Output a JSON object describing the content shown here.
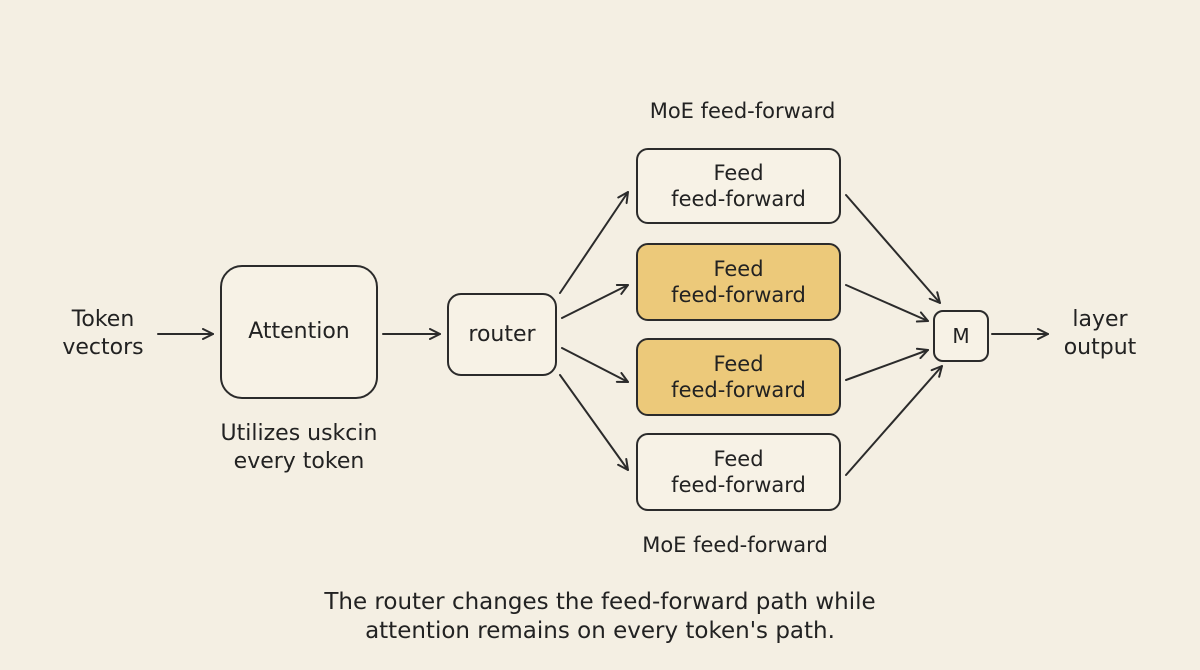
{
  "input": {
    "line1": "Token",
    "line2": "vectors"
  },
  "attention": {
    "label": "Attention",
    "note_line1": "Utilizes uskcin",
    "note_line2": "every token"
  },
  "router": {
    "label": "router"
  },
  "moe": {
    "top_label": "MoE feed-forward",
    "bottom_label": "MoE feed-forward",
    "experts": [
      {
        "line1": "Feed",
        "line2": "feed-forward",
        "state": "inactive"
      },
      {
        "line1": "Feed",
        "line2": "feed-forward",
        "state": "active"
      },
      {
        "line1": "Feed",
        "line2": "feed-forward",
        "state": "active"
      },
      {
        "line1": "Feed",
        "line2": "feed-forward",
        "state": "inactive"
      }
    ]
  },
  "merge": {
    "label": "M"
  },
  "output": {
    "line1": "layer",
    "line2": "output"
  },
  "caption": {
    "line1": "The router changes the feed-forward path while",
    "line2": "attention remains on every token's path."
  },
  "colors": {
    "background": "#f4efe3",
    "active_expert": "#ecc97a",
    "ink": "#2b2b2b"
  }
}
